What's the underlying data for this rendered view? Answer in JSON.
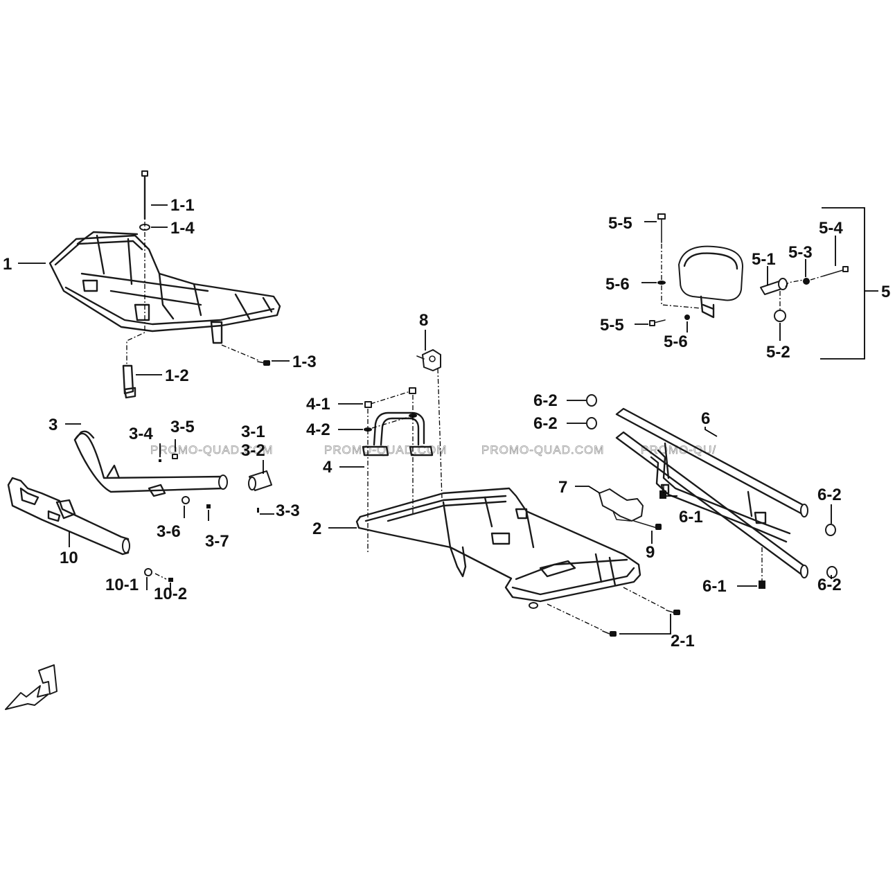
{
  "watermark": [
    "PROMO-QUAD.COM",
    "PROMO-QUAD.COM",
    "PROMO-QUAD.COM",
    "PROMO-QU/"
  ],
  "labels": {
    "p1": "1",
    "p1_1": "1-1",
    "p1_2": "1-2",
    "p1_3": "1-3",
    "p1_4": "1-4",
    "p2": "2",
    "p2_1": "2-1",
    "p3": "3",
    "p3_1": "3-1",
    "p3_2": "3-2",
    "p3_3": "3-3",
    "p3_4": "3-4",
    "p3_5": "3-5",
    "p3_6": "3-6",
    "p3_7": "3-7",
    "p4": "4",
    "p4_1": "4-1",
    "p4_2": "4-2",
    "p5": "5",
    "p5_1": "5-1",
    "p5_2": "5-2",
    "p5_3": "5-3",
    "p5_4": "5-4",
    "p5_5a": "5-5",
    "p5_5b": "5-5",
    "p5_6a": "5-6",
    "p5_6b": "5-6",
    "p6": "6",
    "p6_1a": "6-1",
    "p6_1b": "6-1",
    "p6_2a": "6-2",
    "p6_2b": "6-2",
    "p6_2c": "6-2",
    "p6_2d": "6-2",
    "p7": "7",
    "p8": "8",
    "p9": "9",
    "p10": "10",
    "p10_1": "10-1",
    "p10_2": "10-2"
  },
  "front_marker": "F"
}
